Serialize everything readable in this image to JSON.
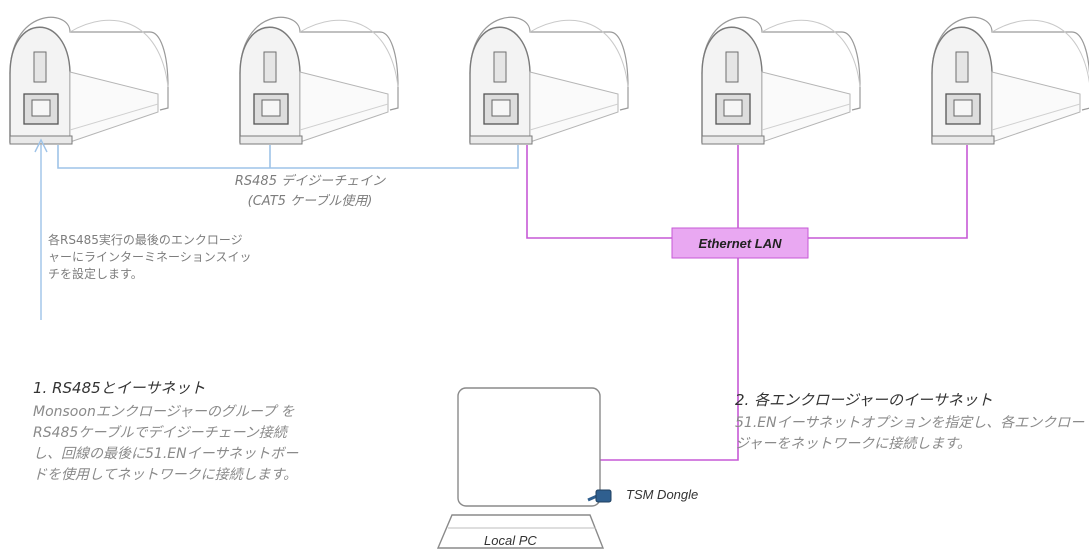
{
  "diagram": {
    "enclosure_count": 5,
    "rs485_chain_label_line1": "RS485 デイジーチェイン",
    "rs485_chain_label_line2": "(CAT5 ケーブル使用)",
    "termination_note": "各RS485実行の最後のエンクロージャーにラインターミネーションスイッチを設定します。",
    "ethernet_label": "Ethernet LAN",
    "dongle_label": "TSM Dongle",
    "pc_label": "Local PC"
  },
  "section1": {
    "title": "1. RS485とイーサネット",
    "body": "Monsoonエンクロージャーのグループ をRS485ケーブルでデイジーチェーン接続し、回線の最後に51.ENイーサネットボードを使用してネットワークに接続します。"
  },
  "section2": {
    "title": "2. 各エンクロージャーのイーサネット",
    "body": "51.ENイーサネットオプションを指定し、各エンクロージャーをネットワークに接続します。"
  },
  "colors": {
    "rs485_line": "#9ec3e8",
    "ethernet_line": "#c659d6",
    "ethernet_box": "#e9a8f2",
    "outline": "#9a9a9a",
    "dongle": "#2f5f8f"
  }
}
